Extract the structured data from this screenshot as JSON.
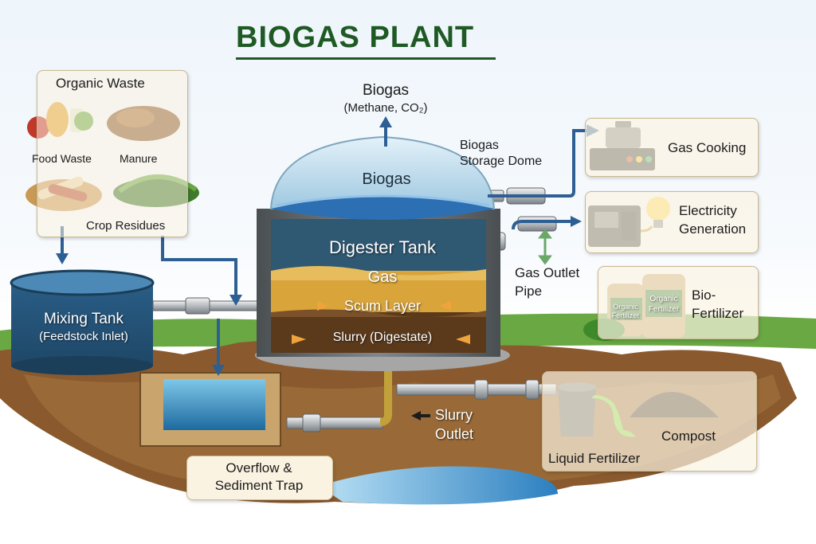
{
  "title": "BIOGAS PLANT",
  "organic_waste": {
    "heading": "Organic Waste",
    "food_waste": "Food Waste",
    "manure": "Manure",
    "crop_residues": "Crop Residues"
  },
  "biogas_output": {
    "label": "Biogas",
    "sub": "(Methane, CO₂)"
  },
  "storage_dome": {
    "line1": "Biogas",
    "line2": "Storage Dome"
  },
  "dome_label": "Biogas",
  "digester": {
    "title": "Digester Tank",
    "gas": "Gas",
    "scum": "Scum Layer",
    "slurry": "Slurry (Digestate)"
  },
  "mixing_tank": {
    "line1": "Mixing Tank",
    "line2": "(Feedstock Inlet)"
  },
  "gas_outlet": {
    "line1": "Gas Outlet",
    "line2": "Pipe"
  },
  "slurry_outlet": {
    "line1": "Slurry",
    "line2": "Outlet"
  },
  "overflow": {
    "line1": "Overflow &",
    "line2": "Sediment Trap"
  },
  "uses": {
    "cooking": "Gas Cooking",
    "electricity_line1": "Electricity",
    "electricity_line2": "Generation",
    "biofert_line1": "Bio-",
    "biofert_line2": "Fertilizer",
    "sack1_line1": "Organic",
    "sack1_line2": "Fertilizer",
    "sack2_line1": "Organic",
    "sack2_line2": "Fertilizer",
    "compost": "Compost",
    "liquid": "Liquid Fertilizer"
  },
  "colors": {
    "title": "#1f5a25",
    "pipe": "#2e5f93",
    "card_bg": "#fbf3e2",
    "tank": "#2f5873",
    "dome": "#bcd9ea",
    "scum": "#d9a43a",
    "slurry": "#5b3a1c",
    "soil": "#8a5a2e",
    "grass": "#5ea03a"
  }
}
